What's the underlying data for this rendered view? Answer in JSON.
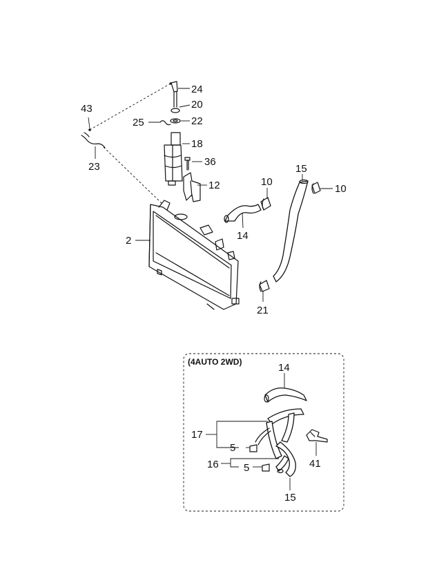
{
  "callouts": {
    "c43": "43",
    "c24": "24",
    "c20": "20",
    "c25": "25",
    "c22": "22",
    "c18": "18",
    "c23": "23",
    "c36": "36",
    "c12": "12",
    "c15_top": "15",
    "c10_left": "10",
    "c10_right": "10",
    "c2": "2",
    "c14_top": "14",
    "c21": "21"
  },
  "inset": {
    "title": "(4AUTO 2WD)",
    "c14": "14",
    "c17": "17",
    "c5_upper": "5",
    "c16": "16",
    "c5_lower": "5",
    "c41": "41",
    "c15": "15"
  }
}
